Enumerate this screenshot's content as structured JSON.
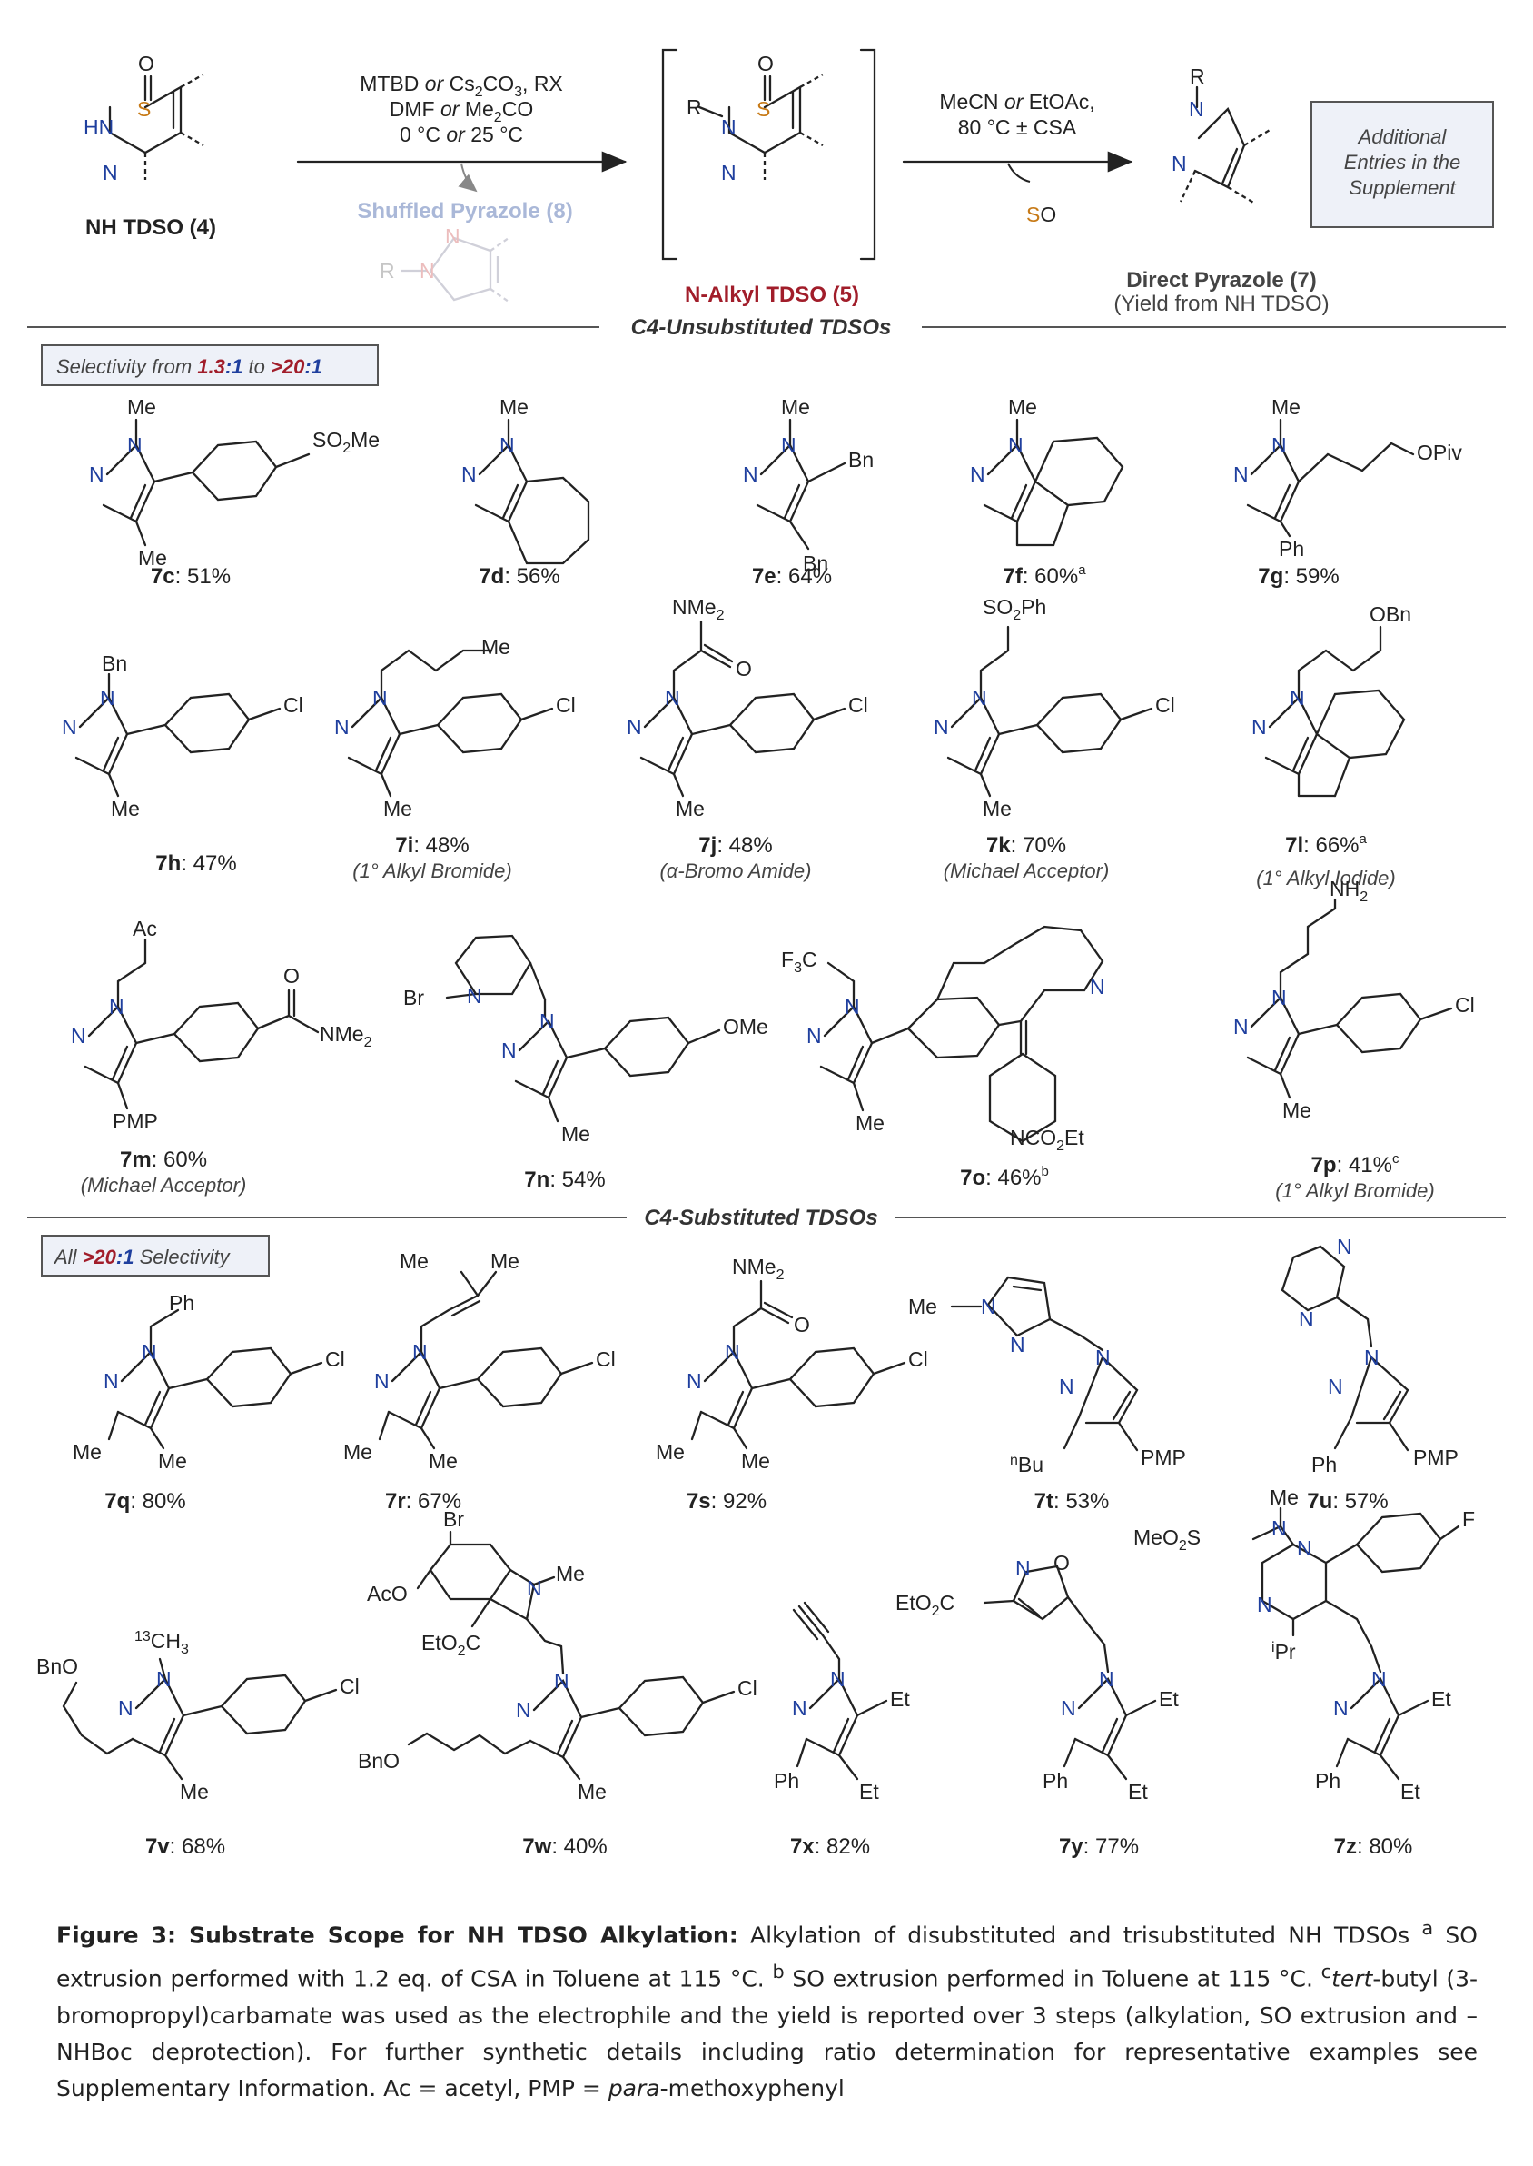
{
  "scheme": {
    "start_label": "NH TDSO (4)",
    "cond1_l1": "MTBD or Cs2CO3, RX",
    "cond1_l2": "DMF or Me2CO",
    "cond1_l3": "0 °C or 25 °C",
    "shuffled_label": "Shuffled Pyrazole (8)",
    "intermediate_label": "N-Alkyl TDSO (5)",
    "cond2_l1": "MeCN or EtOAc,",
    "cond2_l2": "80 °C ± CSA",
    "byproduct": "SO",
    "product_label": "Direct Pyrazole (7)",
    "product_sub": "(Yield from NH TDSO)",
    "box_text": [
      "Additional",
      "Entries in the",
      "Supplement"
    ]
  },
  "section1": {
    "title": "C4-Unsubstituted TDSOs",
    "badge_prefix": "Selectivity from ",
    "badge_v1a": "1.3",
    "badge_v1b": ":1",
    "badge_mid": " to ",
    "badge_v2a": ">20",
    "badge_v2b": ":1"
  },
  "section2": {
    "title": "C4-Substituted TDSOs",
    "badge_prefix": "All ",
    "badge_va": ">20",
    "badge_vb": ":1",
    "badge_suffix": " Selectivity"
  },
  "entries": [
    {
      "id": "7c",
      "yield": ": 51%",
      "sup": "",
      "note": ""
    },
    {
      "id": "7d",
      "yield": ": 56%",
      "sup": "",
      "note": ""
    },
    {
      "id": "7e",
      "yield": ": 64%",
      "sup": "",
      "note": ""
    },
    {
      "id": "7f",
      "yield": ": 60%",
      "sup": "a",
      "note": ""
    },
    {
      "id": "7g",
      "yield": ": 59%",
      "sup": "",
      "note": ""
    },
    {
      "id": "7h",
      "yield": ": 47%",
      "sup": "",
      "note": ""
    },
    {
      "id": "7i",
      "yield": ": 48%",
      "sup": "",
      "note": "(1° Alkyl Bromide)"
    },
    {
      "id": "7j",
      "yield": ": 48%",
      "sup": "",
      "note": "(α-Bromo Amide)"
    },
    {
      "id": "7k",
      "yield": ": 70%",
      "sup": "",
      "note": "(Michael Acceptor)"
    },
    {
      "id": "7l",
      "yield": ": 66%",
      "sup": "a",
      "note": "(1° Alkyl Iodide)"
    },
    {
      "id": "7m",
      "yield": ":  60%",
      "sup": "",
      "note": "(Michael Acceptor)"
    },
    {
      "id": "7n",
      "yield": ": 54%",
      "sup": "",
      "note": ""
    },
    {
      "id": "7o",
      "yield": ":  46%",
      "sup": "b",
      "note": ""
    },
    {
      "id": "7p",
      "yield": ": 41%",
      "sup": "c",
      "note": "(1° Alkyl Bromide)"
    },
    {
      "id": "7q",
      "yield": ": 80%",
      "sup": "",
      "note": ""
    },
    {
      "id": "7r",
      "yield": ": 67%",
      "sup": "",
      "note": ""
    },
    {
      "id": "7s",
      "yield": ": 92%",
      "sup": "",
      "note": ""
    },
    {
      "id": "7t",
      "yield": ": 53%",
      "sup": "",
      "note": ""
    },
    {
      "id": "7u",
      "yield": ": 57%",
      "sup": "",
      "note": ""
    },
    {
      "id": "7v",
      "yield": ": 68%",
      "sup": "",
      "note": ""
    },
    {
      "id": "7w",
      "yield": ": 40%",
      "sup": "",
      "note": ""
    },
    {
      "id": "7x",
      "yield": ": 82%",
      "sup": "",
      "note": ""
    },
    {
      "id": "7y",
      "yield": ": 77%",
      "sup": "",
      "note": ""
    },
    {
      "id": "7z",
      "yield": ": 80%",
      "sup": "",
      "note": ""
    }
  ],
  "struct": {
    "me": "Me",
    "bn": "Bn",
    "ph": "Ph",
    "cl": "Cl",
    "f": "F",
    "br": "Br",
    "o": "O",
    "n": "N",
    "s": "S",
    "so2me": "SO2Me",
    "opiv": "OPiv",
    "nme2": "NMe2",
    "so2ph": "SO2Ph",
    "obn": "OBn",
    "ac": "Ac",
    "pmp": "PMP",
    "ome": "OMe",
    "f3c": "F3C",
    "nco2et": "NCO2Et",
    "nh2": "NH2",
    "hn": "HN",
    "r": "R",
    "nbu": "nBu",
    "bno": "BnO",
    "ch3": "13CH3",
    "aco": "AcO",
    "eto2c": "EtO2C",
    "et": "Et",
    "meo2s": "MeO2S",
    "ipr": "iPr"
  },
  "caption": {
    "title": "Figure 3: Substrate Scope for NH TDSO Alkylation:",
    "text1": " Alkylation of disubstituted and trisubstituted NH TDSOs ",
    "fa": "a",
    "text2": " SO extrusion performed with 1.2 eq. of CSA in Toluene at 115 °C. ",
    "fb": "b",
    "text3": " SO extrusion performed in Toluene at 115 °C. ",
    "fc": "c",
    "tbu": "tert",
    "text4": "-butyl (3-bromopropyl)carbamate was used as the electrophile and the yield is reported over 3 steps (alkylation, SO extrusion and –NHBoc deprotection). For further synthetic details including ratio determination for representative examples see Supplementary Information. Ac = acetyl, PMP = ",
    "para": "para",
    "text5": "-methoxyphenyl"
  }
}
